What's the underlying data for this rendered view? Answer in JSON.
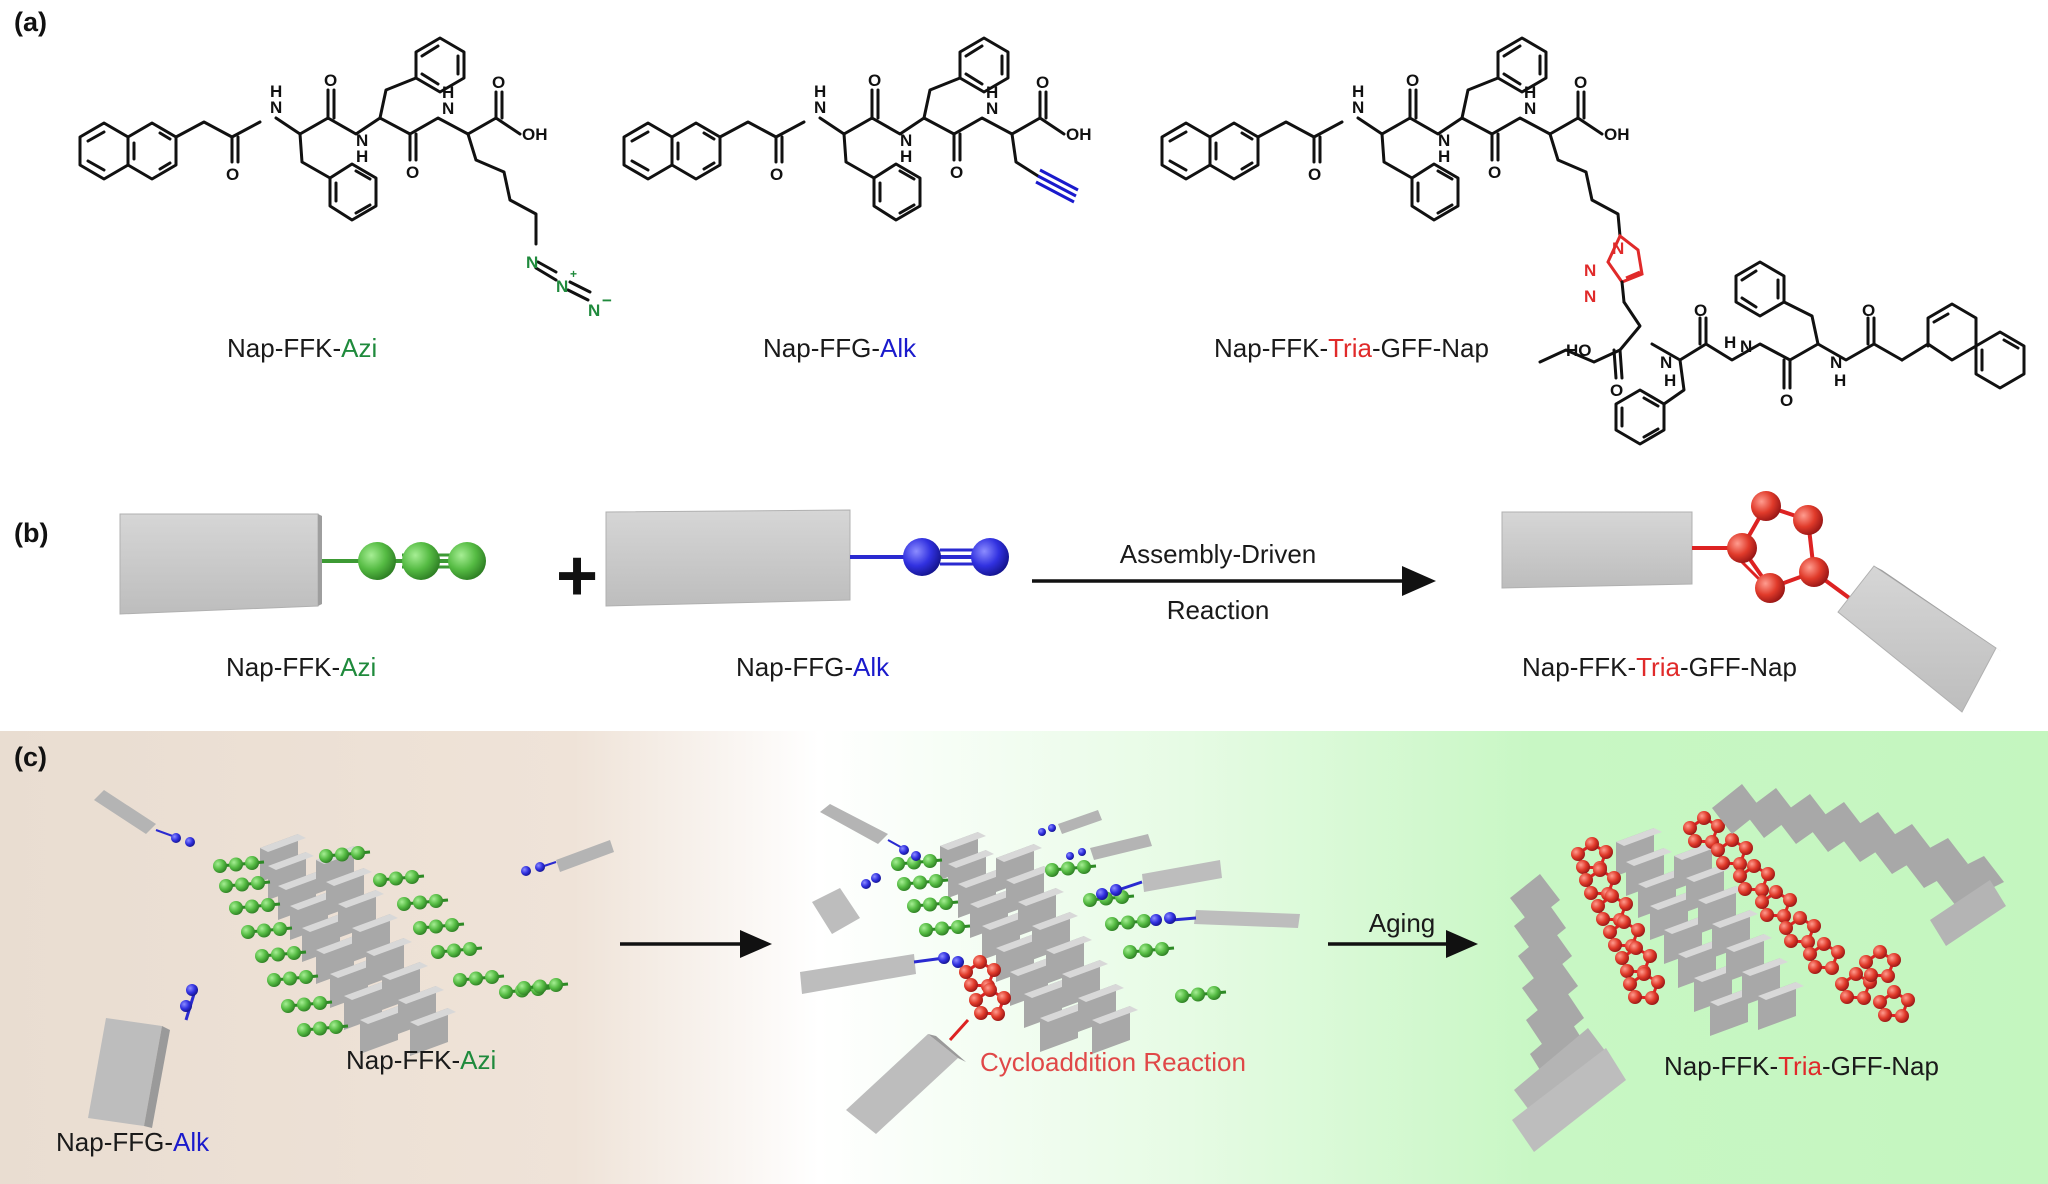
{
  "panels": {
    "a": {
      "label": "(a)"
    },
    "b": {
      "label": "(b)"
    },
    "c": {
      "label": "(c)"
    }
  },
  "compounds": {
    "azi": {
      "base": "Nap-FFK-",
      "tag": "Azi"
    },
    "alk": {
      "base": "Nap-FFG-",
      "tag": "Alk"
    },
    "tria": {
      "base": "Nap-FFK-",
      "tag": "Tria",
      "suffix": "-GFF-Nap"
    }
  },
  "atoms": {
    "N": "N",
    "H": "H",
    "O": "O",
    "OH": "OH",
    "HO": "HO",
    "plus_charge": "+",
    "minus_charge": "−"
  },
  "panel_b": {
    "plus": "+",
    "arrow_top": "Assembly-Driven",
    "arrow_bottom": "Reaction"
  },
  "panel_c": {
    "cycloaddition": "Cycloaddition Reaction",
    "aging": "Aging"
  },
  "colors": {
    "azide_green": "#1f8a3c",
    "alkyne_blue": "#1a1acc",
    "triazole_red": "#e02a2a",
    "block_gray": "#c8c8c8"
  }
}
